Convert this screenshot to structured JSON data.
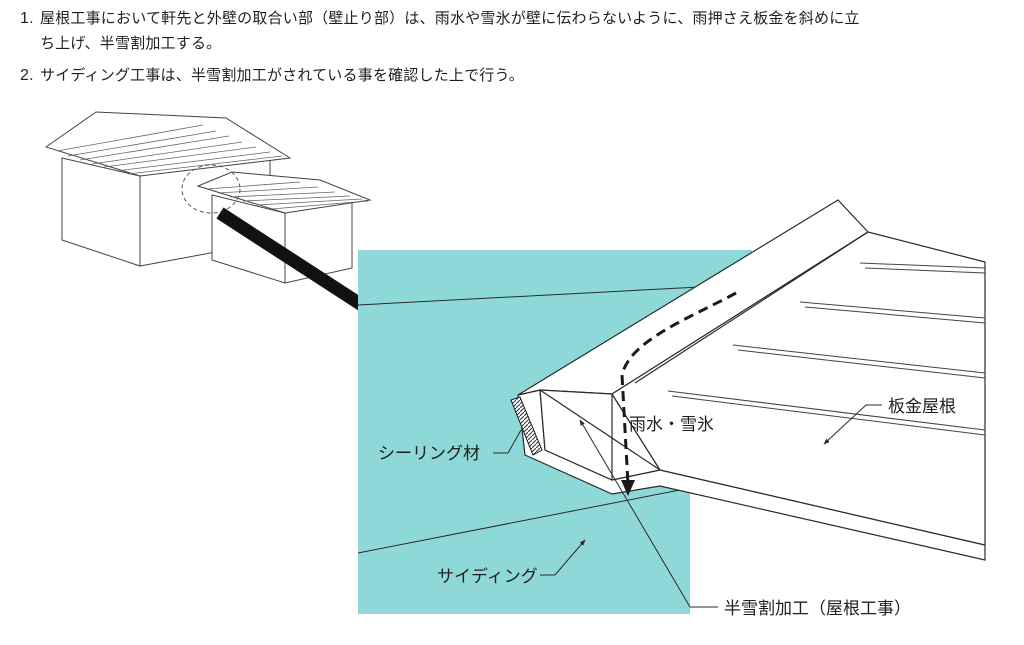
{
  "instructions": [
    {
      "number": "1.",
      "text_line1": "屋根工事において軒先と外壁の取合い部（壁止り部）は、雨水や雪氷が壁に伝わらないように、雨押さえ板金を斜めに立",
      "text_line2": "ち上げ、半雪割加工する。"
    },
    {
      "number": "2.",
      "text_line1": "サイディング工事は、半雪割加工がされている事を確認した上で行う。"
    }
  ],
  "labels": {
    "sealing": "シーリング材",
    "rain_snow": "雨水・雪氷",
    "metal_roof": "板金屋根",
    "siding": "サイディング",
    "half_snow_cut": "半雪割加工（屋根工事）"
  },
  "colors": {
    "wall": "#8fd8d8",
    "line": "#2a2a2a",
    "arrow": "#111111"
  }
}
